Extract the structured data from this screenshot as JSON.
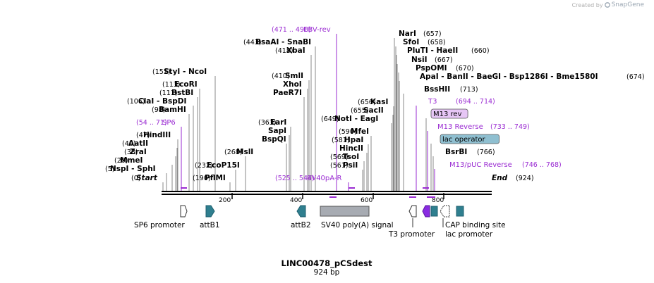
{
  "watermark": {
    "created_by": "Created by",
    "brand": "SnapGene"
  },
  "title": {
    "name": "LINC00478_pCSdest",
    "length": "924 bp"
  },
  "colors": {
    "enzyme": "#000000",
    "primer": "#9a2bd2",
    "feature_teal": "#2f7f8f",
    "feature_purple": "#8a2be2",
    "polyA": "#a7abb2",
    "lac_operator_fill": "#8fbfd0",
    "m13rev_fill": "#e6c6f5"
  },
  "labels": [
    {
      "id": "start",
      "pos": "(0)",
      "name": "Start",
      "kind": "enzyme",
      "italic": true
    },
    {
      "id": "nspi",
      "pos": "(5)",
      "name": "NspI",
      "kind": "enzyme",
      "suffix": "SphI"
    },
    {
      "id": "mmei",
      "pos": "(20)",
      "name": "MmeI",
      "kind": "enzyme"
    },
    {
      "id": "zrai",
      "pos": "(38)",
      "name": "ZraI",
      "kind": "enzyme"
    },
    {
      "id": "aatii",
      "pos": "(40)",
      "name": "AatII",
      "kind": "enzyme"
    },
    {
      "id": "hindiii",
      "pos": "(47)",
      "name": "HindIII",
      "kind": "enzyme"
    },
    {
      "id": "sp6",
      "pos": "(54 .. 71)",
      "name": "SP6",
      "kind": "primer"
    },
    {
      "id": "bamhi",
      "pos": "(98)",
      "name": "BamHI",
      "kind": "enzyme"
    },
    {
      "id": "clai",
      "pos": "(106)",
      "name": "ClaI",
      "kind": "enzyme",
      "suffix": "BspDI"
    },
    {
      "id": "bstbi",
      "pos": "(111)",
      "name": "BstBI",
      "kind": "enzyme"
    },
    {
      "id": "ecori",
      "pos": "(113)",
      "name": "EcoRI",
      "kind": "enzyme"
    },
    {
      "id": "styi",
      "pos": "(151)",
      "name": "StyI",
      "kind": "enzyme",
      "suffix": "NcoI"
    },
    {
      "id": "pflmi",
      "pos": "(190)",
      "name": "PflMI",
      "kind": "enzyme"
    },
    {
      "id": "ecop15i",
      "pos": "(232)",
      "name": "EcoP15I",
      "kind": "enzyme"
    },
    {
      "id": "msli",
      "pos": "(268)",
      "name": "MslI",
      "kind": "enzyme"
    },
    {
      "id": "bspqi",
      "pos": "",
      "name": "BspQI",
      "kind": "enzyme"
    },
    {
      "id": "sapi",
      "pos": "",
      "name": "SapI",
      "kind": "enzyme"
    },
    {
      "id": "eari",
      "pos": "(363)",
      "name": "EarI",
      "kind": "enzyme"
    },
    {
      "id": "paer7i",
      "pos": "",
      "name": "PaeR7I",
      "kind": "enzyme"
    },
    {
      "id": "xhoi",
      "pos": "",
      "name": "XhoI",
      "kind": "enzyme"
    },
    {
      "id": "smli",
      "pos": "(410)",
      "name": "SmlI",
      "kind": "enzyme"
    },
    {
      "id": "xbai",
      "pos": "(418)",
      "name": "XbaI",
      "kind": "enzyme"
    },
    {
      "id": "bsaai",
      "pos": "(443)",
      "name": "BsaAI",
      "kind": "enzyme",
      "suffix": "SnaBI"
    },
    {
      "id": "ebvrev",
      "pos": "(471 .. 490)",
      "name": "EBV-rev",
      "kind": "primer"
    },
    {
      "id": "sv40pa",
      "pos": "(525 .. 544)",
      "name": "SV40pA-R",
      "kind": "primer"
    },
    {
      "id": "psii",
      "pos": "(561)",
      "name": "PsiI",
      "kind": "enzyme"
    },
    {
      "id": "tsoi",
      "pos": "(569)",
      "name": "TsoI",
      "kind": "enzyme"
    },
    {
      "id": "hincii",
      "pos": "",
      "name": "HincII",
      "kind": "enzyme"
    },
    {
      "id": "hpai",
      "pos": "(581)",
      "name": "HpaI",
      "kind": "enzyme"
    },
    {
      "id": "mfei",
      "pos": "(590)",
      "name": "MfeI",
      "kind": "enzyme"
    },
    {
      "id": "noti",
      "pos": "(649)",
      "name": "NotI",
      "kind": "enzyme",
      "suffix": "EagI"
    },
    {
      "id": "sacii",
      "pos": "(655)",
      "name": "SacII",
      "kind": "enzyme"
    },
    {
      "id": "kasi",
      "pos": "(656)",
      "name": "KasI",
      "kind": "enzyme"
    },
    {
      "id": "nari",
      "pos": "(657)",
      "name": "NarI",
      "kind": "enzyme"
    },
    {
      "id": "sfoi",
      "pos": "(658)",
      "name": "SfoI",
      "kind": "enzyme"
    },
    {
      "id": "pluti",
      "pos": "(660)",
      "name": "PluTI",
      "kind": "enzyme",
      "suffix": "HaeII"
    },
    {
      "id": "nsii",
      "pos": "(667)",
      "name": "NsiI",
      "kind": "enzyme"
    },
    {
      "id": "pspomi",
      "pos": "(670)",
      "name": "PspOMI",
      "kind": "enzyme"
    },
    {
      "id": "apai",
      "pos": "(674)",
      "name": "ApaI",
      "kind": "enzyme",
      "extra": [
        "BanII",
        "BaeGI",
        "Bsp1286I",
        "Bme1580I"
      ]
    },
    {
      "id": "bsshii",
      "pos": "(713)",
      "name": "BssHII",
      "kind": "enzyme"
    },
    {
      "id": "t3",
      "pos": "(694 .. 714)",
      "name": "T3",
      "kind": "primer"
    },
    {
      "id": "m13rev",
      "pos": "",
      "name": "M13 rev",
      "kind": "boxed"
    },
    {
      "id": "m13reverse",
      "pos": "(733 .. 749)",
      "name": "M13 Reverse",
      "kind": "primer"
    },
    {
      "id": "lacop",
      "pos": "",
      "name": "lac operator",
      "kind": "boxed"
    },
    {
      "id": "bsrbi",
      "pos": "(766)",
      "name": "BsrBI",
      "kind": "enzyme"
    },
    {
      "id": "m13puc",
      "pos": "(746 .. 768)",
      "name": "M13/pUC Reverse",
      "kind": "primer"
    },
    {
      "id": "end",
      "pos": "(924)",
      "name": "End",
      "kind": "enzyme",
      "italic": true
    }
  ],
  "ruler": {
    "ticks": [
      "200",
      "400",
      "600",
      "800"
    ]
  },
  "features": [
    {
      "id": "sp6-promoter",
      "label": "SP6 promoter"
    },
    {
      "id": "attb1",
      "label": "attB1"
    },
    {
      "id": "attb2",
      "label": "attB2"
    },
    {
      "id": "sv40-polya",
      "label": "SV40 poly(A) signal"
    },
    {
      "id": "t3-promoter",
      "label": "T3 promoter"
    },
    {
      "id": "lac-promoter",
      "label": "lac promoter"
    },
    {
      "id": "cap-site",
      "label": "CAP binding site"
    }
  ]
}
